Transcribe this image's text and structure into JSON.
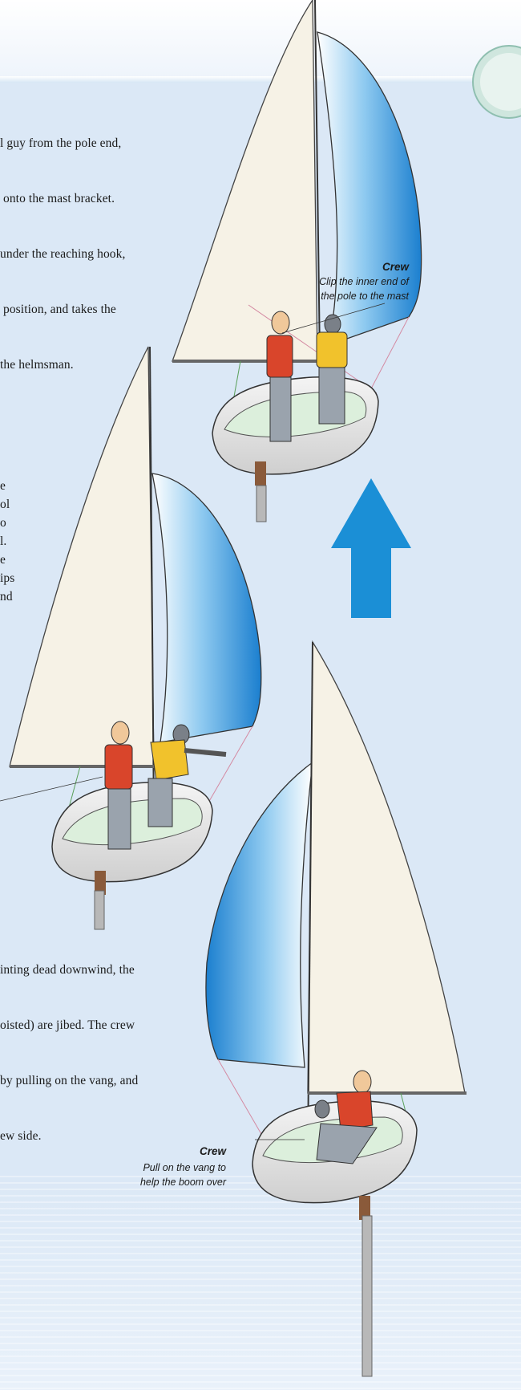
{
  "text": {
    "para1_lines": [
      "l guy from the pole end,",
      " onto the mast bracket.",
      "under the reaching hook,",
      " position, and takes the",
      "the helmsman."
    ],
    "para2_lines": [
      "e",
      "ol",
      "o",
      "l.",
      "e",
      "ips",
      "nd"
    ],
    "para3_lines": [
      "inting dead downwind, the",
      "oisted) are jibed. The crew",
      "by pulling on the vang, and",
      "ew side."
    ]
  },
  "callouts": [
    {
      "title": "Crew",
      "lines": [
        "Clip the inner end of",
        "the pole to the mast"
      ]
    },
    {
      "title": "Crew",
      "lines": [
        "Pull on the vang to",
        "help the boom over"
      ]
    }
  ],
  "colors": {
    "background": "#dbe8f6",
    "spinnaker": "#1f8fd8",
    "mainsail": "#f7f3e8",
    "arrow": "#1b8fd6",
    "lifejacket_red": "#d9452b",
    "lifejacket_yellow": "#f1c22c"
  },
  "icons": [
    "up-arrow-icon",
    "chapter-badge-icon"
  ]
}
